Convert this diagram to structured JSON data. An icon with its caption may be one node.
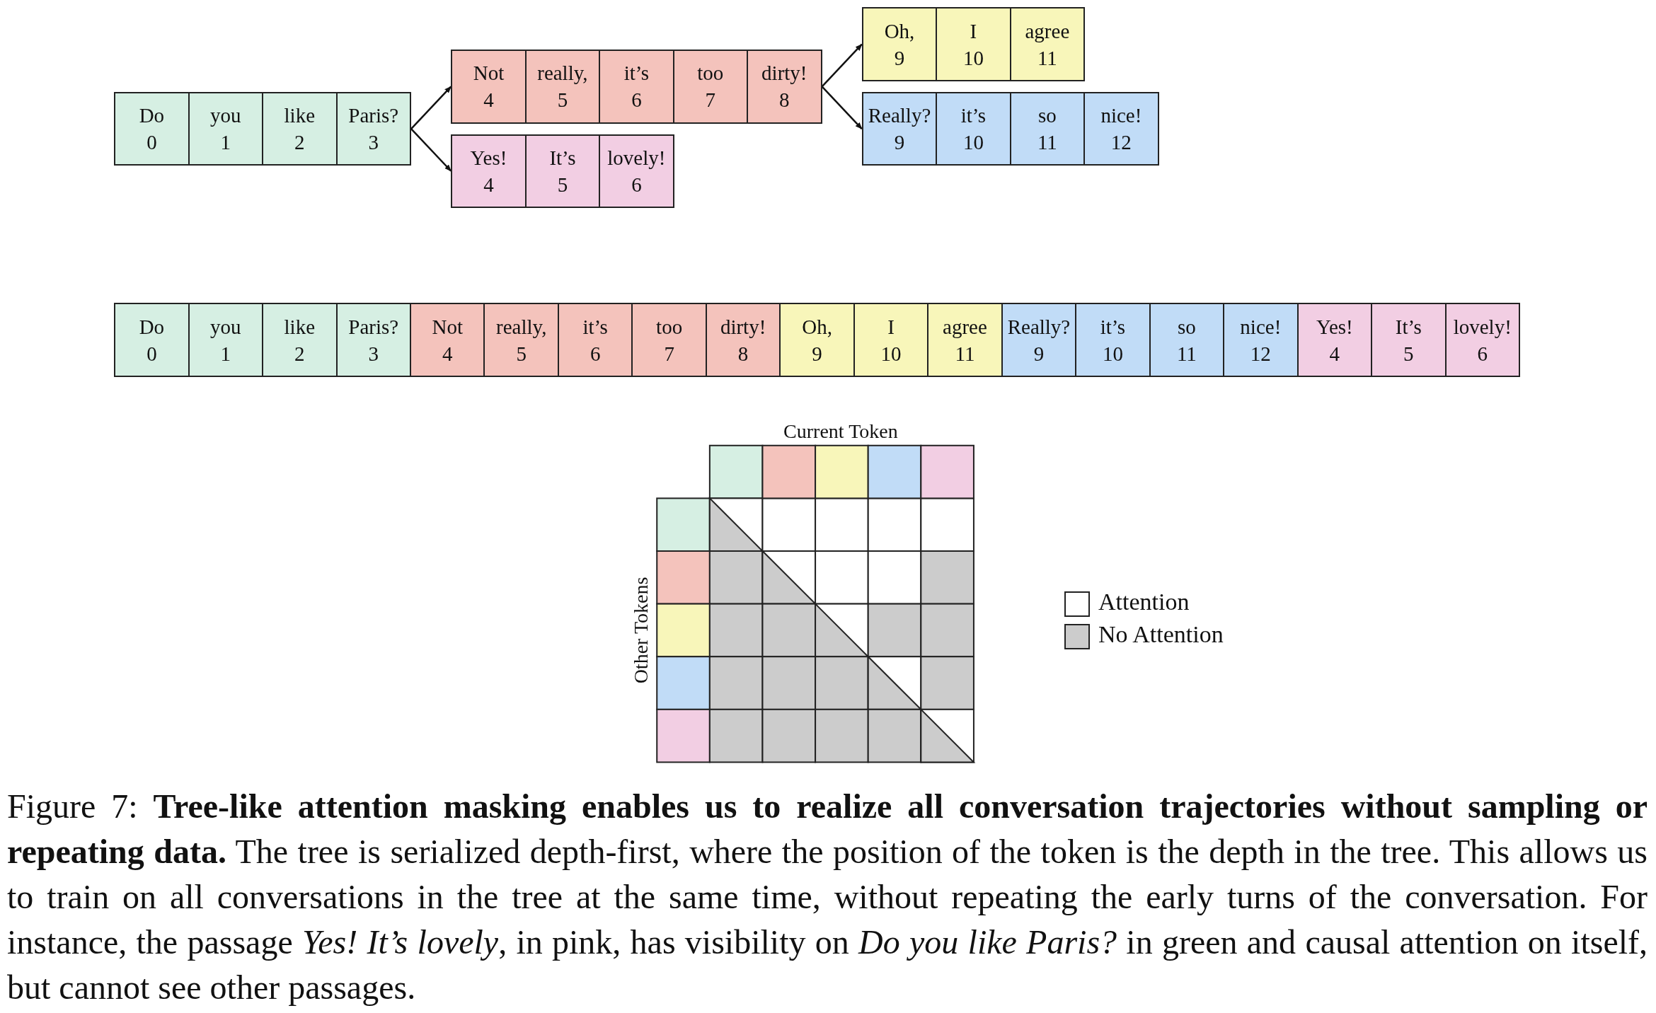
{
  "diagram": {
    "caption": "Figure 7: **Tree-like attention masking enables us to realize all conversation trajectories without sampling or repeating data.** The tree is serialized depth-first, where the position of the token is the depth in the tree. This allows us to train on all conversations in the tree at the same time, without repeating the early turns of the conversation. For instance, the passage *Yes! It’s lovely*, in pink, has visibility on *Do you like Paris?* in green and causal attention on itself, but cannot see other passages.",
    "nodes": [
      {
        "text": [
          "Do",
          "0"
        ]
      },
      {
        "text": [
          "you",
          "1"
        ]
      },
      {
        "text": [
          "like",
          "2"
        ]
      },
      {
        "text": [
          "Paris?",
          "3"
        ]
      },
      {
        "text": [
          "Not",
          "4"
        ]
      },
      {
        "text": [
          "really,",
          "5"
        ]
      },
      {
        "text": [
          "it’s",
          "6"
        ]
      },
      {
        "text": [
          "too",
          "7"
        ]
      },
      {
        "text": [
          "dirty!",
          "8"
        ]
      },
      {
        "text": [
          "Yes!",
          "4"
        ]
      },
      {
        "text": [
          "It’s",
          "5"
        ]
      },
      {
        "text": [
          "lovely!",
          "6"
        ]
      },
      {
        "text": [
          "Oh,",
          "9"
        ]
      },
      {
        "text": [
          "I",
          "10"
        ]
      },
      {
        "text": [
          "agree",
          "11"
        ]
      },
      {
        "text": [
          "Really?",
          "9"
        ]
      },
      {
        "text": [
          "it’s",
          "10"
        ]
      },
      {
        "text": [
          "so",
          "11"
        ]
      },
      {
        "text": [
          "nice!",
          "12"
        ]
      },
      {
        "text": [
          "Do",
          "0"
        ]
      },
      {
        "text": [
          "you",
          "1"
        ]
      },
      {
        "text": [
          "like",
          "2"
        ]
      },
      {
        "text": [
          "Paris?",
          "3"
        ]
      },
      {
        "text": [
          "Not",
          "4"
        ]
      },
      {
        "text": [
          "really,",
          "5"
        ]
      },
      {
        "text": [
          "it’s",
          "6"
        ]
      },
      {
        "text": [
          "too",
          "7"
        ]
      },
      {
        "text": [
          "dirty!",
          "8"
        ]
      },
      {
        "text": [
          "Oh,",
          "9"
        ]
      },
      {
        "text": [
          "I",
          "10"
        ]
      },
      {
        "text": [
          "agree",
          "11"
        ]
      },
      {
        "text": [
          "Really?",
          "9"
        ]
      },
      {
        "text": [
          "it’s",
          "10"
        ]
      },
      {
        "text": [
          "so",
          "11"
        ]
      },
      {
        "text": [
          "nice!",
          "12"
        ]
      },
      {
        "text": [
          "Yes!",
          "4"
        ]
      },
      {
        "text": [
          "It’s",
          "5"
        ]
      },
      {
        "text": [
          "lovely!",
          "6"
        ]
      }
    ],
    "edges": [
      {
        "from": 3,
        "to": 4,
        "arrow": "to"
      },
      {
        "from": 3,
        "to": 9,
        "arrow": "to"
      },
      {
        "from": 8,
        "to": 12,
        "arrow": "to"
      },
      {
        "from": 8,
        "to": 15,
        "arrow": "to"
      }
    ],
    "labels": [
      "Current Token",
      "Other Tokens"
    ],
    "legend": [
      {
        "text": "Attention",
        "color": "#ffffff"
      },
      {
        "text": "No Attention",
        "color": "#cccccc"
      }
    ]
  }
}
